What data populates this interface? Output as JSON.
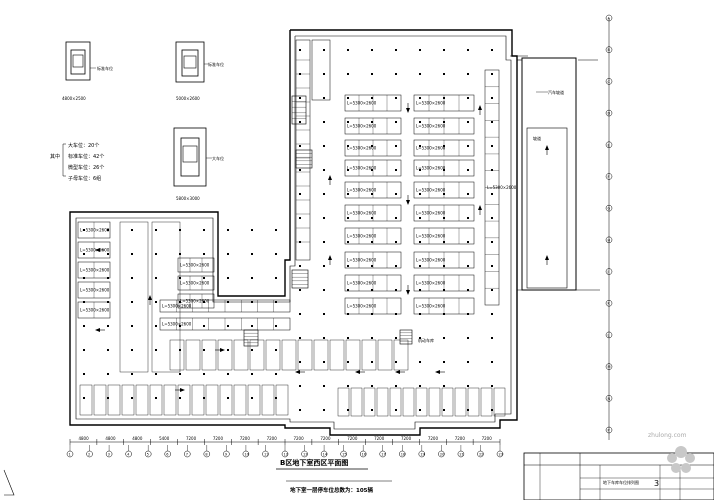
{
  "drawing": {
    "title": "B区地下室西区平面图",
    "subtitle": "地下室一层停车位总数为：105辆",
    "watermark": "zhulong.com",
    "title_block_name": "地下车库车位排列图",
    "sheet_no": "3"
  },
  "legend": {
    "car_small_dim": "4800×2500",
    "car_small_note": "标准车位",
    "car_medium_dim": "5000×2600",
    "car_medium_note": "标准车位",
    "car_large_dim": "5800×3000",
    "car_large_note": "大车位",
    "summary_prefix": "其中",
    "summary_lines": [
      "大车位：20个",
      "标准车位：42个",
      "微型车位：26个",
      "子母车位：6组"
    ]
  },
  "annotations": {
    "ramp_label": "汽车坡道",
    "ramp_box": "坡道",
    "room_label": "机动车库",
    "bay_label": "L=5300×2600"
  },
  "dimensions": {
    "bottom": [
      "4800",
      "4800",
      "4800",
      "5400",
      "7200",
      "7200",
      "7200",
      "7200",
      "7200",
      "7200",
      "7200",
      "7200",
      "7200",
      "7200",
      "7200",
      "7200"
    ]
  },
  "axes": {
    "bottom": [
      "1",
      "2",
      "3",
      "4",
      "5",
      "6",
      "7",
      "8",
      "9",
      "10",
      "11",
      "12",
      "13",
      "14",
      "15",
      "16",
      "17",
      "18",
      "19",
      "20",
      "21",
      "22",
      "23"
    ],
    "right": [
      "A",
      "B",
      "C",
      "D",
      "E",
      "F",
      "G",
      "H",
      "J",
      "K",
      "L",
      "M",
      "N",
      "P"
    ]
  }
}
